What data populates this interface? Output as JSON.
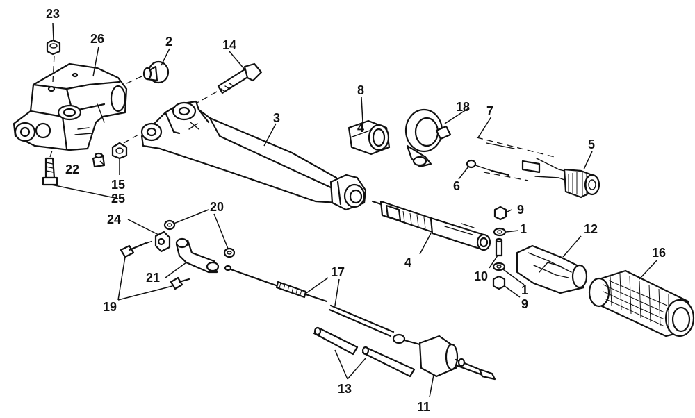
{
  "diagram": {
    "callouts": {
      "c1a": "1",
      "c1b": "1",
      "c2": "2",
      "c3": "3",
      "c4": "4",
      "c5": "5",
      "c6": "6",
      "c7": "7",
      "c8": "8",
      "c9a": "9",
      "c9b": "9",
      "c10": "10",
      "c11": "11",
      "c12": "12",
      "c13": "13",
      "c14": "14",
      "c15": "15",
      "c16": "16",
      "c17": "17",
      "c18": "18",
      "c19": "19",
      "c20": "20",
      "c21": "21",
      "c22": "22",
      "c23": "23",
      "c24": "24",
      "c25": "25",
      "c26": "26"
    },
    "stamp_text": "4"
  }
}
